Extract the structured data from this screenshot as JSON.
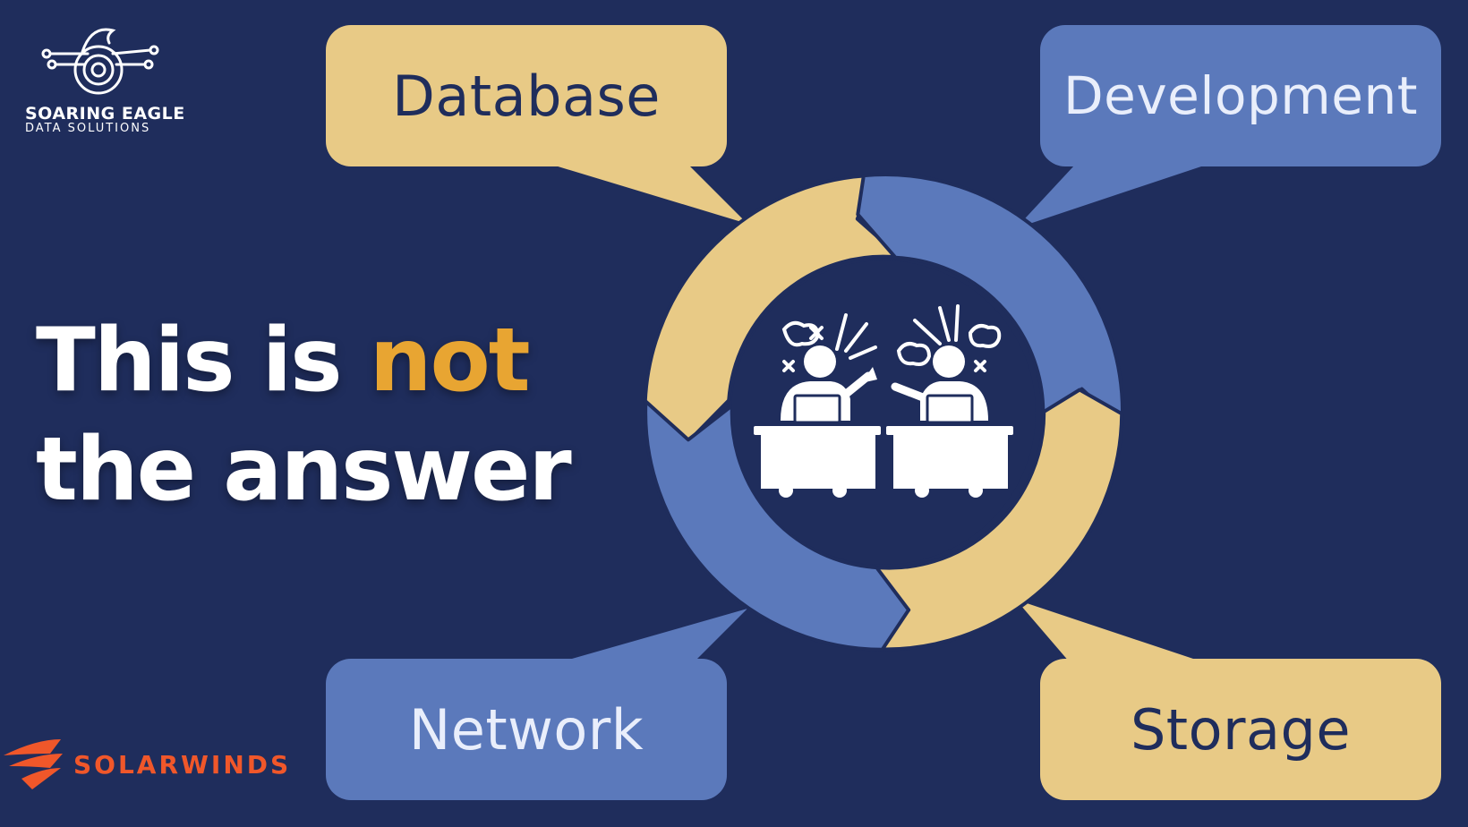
{
  "logo": {
    "line1": "SOARING EAGLE",
    "line2": "DATA SOLUTIONS"
  },
  "headline": {
    "part1": "This is ",
    "accent": "not",
    "line2": "the answer"
  },
  "bubbles": {
    "database": "Database",
    "development": "Development",
    "network": "Network",
    "storage": "Storage"
  },
  "brand": {
    "solarwinds": "SOLARWINDS"
  },
  "colors": {
    "background": "#1f2d5c",
    "gold": "#e8ca86",
    "blue": "#5b79bb",
    "accent": "#e8a532",
    "solarwinds": "#f0572a"
  }
}
